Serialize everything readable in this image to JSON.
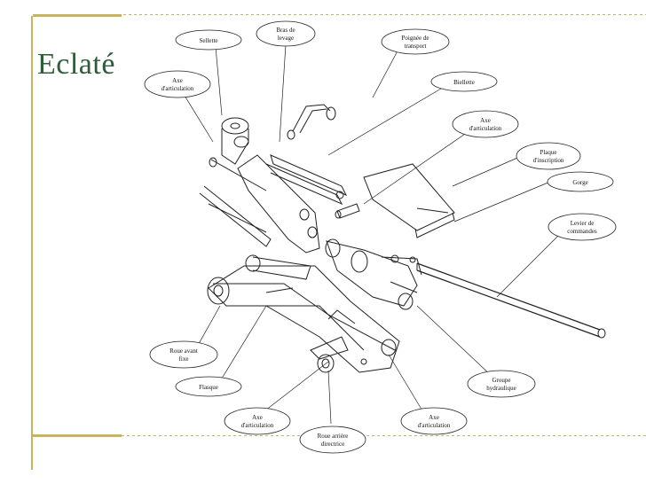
{
  "title": "Eclaté",
  "labels": {
    "sellette": "Sellette",
    "bras_levage": [
      "Bras de",
      "levage"
    ],
    "poignee": [
      "Poignée de",
      "transport"
    ],
    "axe_articulation": [
      "Axe",
      "d'articulation"
    ],
    "biellette": "Biellette",
    "plaque": [
      "Plaque",
      "d'inscription"
    ],
    "gorge": "Gorge",
    "levier": [
      "Levier de",
      "commandes"
    ],
    "roue_avant": [
      "Roue avant",
      "fixe"
    ],
    "flasque": "Flasque",
    "groupe": [
      "Groupe",
      "hydraulique"
    ],
    "roue_arriere": [
      "Roue arrière",
      "directrice"
    ]
  },
  "colors": {
    "accent": "#c8b45a",
    "title": "#2e5b3a",
    "ink": "#111111"
  }
}
